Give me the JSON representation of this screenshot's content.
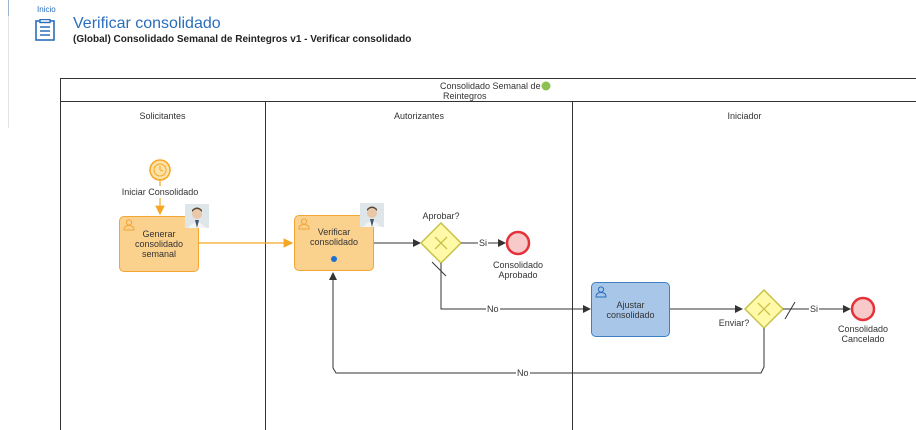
{
  "breadcrumb": "Inicio",
  "header": {
    "title": "Verificar consolidado",
    "subtitle": "(Global) Consolidado Semanal de Reintegros v1 - Verificar consolidado"
  },
  "pool": {
    "label_line1": "Consolidado Semanal de",
    "label_line2": "Reintegros",
    "status_color": "#8cc152"
  },
  "lanes": {
    "solicitantes": "Solicitantes",
    "autorizantes": "Autorizantes",
    "iniciador": "Iniciador"
  },
  "start_event": {
    "label": "Iniciar Consolidado"
  },
  "tasks": {
    "generar": "Generar\nconsolidado\nsemanal",
    "verificar": "Verificar\nconsolidado",
    "ajustar": "Ajustar\nconsolidado"
  },
  "gateways": {
    "aprobar": "Aprobar?",
    "enviar": "Enviar?"
  },
  "flows": {
    "si": "Si",
    "no": "No"
  },
  "end_events": {
    "aprobado_line1": "Consolidado",
    "aprobado_line2": "Aprobado",
    "cancelado_line1": "Consolidado",
    "cancelado_line2": "Cancelado"
  },
  "colors": {
    "accent_blue": "#2a6ebb",
    "task_orange": "#fbd18e",
    "task_orange_border": "#f2a635",
    "task_blue": "#a7c6e8",
    "gateway_fill": "#fff9a8",
    "gateway_border": "#c9c24a",
    "end_fill": "#f7c9c9",
    "end_border": "#e5323a",
    "timer": "#f5a623"
  },
  "icons": [
    "document-list-icon",
    "timer-icon",
    "user-icon",
    "gateway-x-icon",
    "token-dot-icon"
  ]
}
